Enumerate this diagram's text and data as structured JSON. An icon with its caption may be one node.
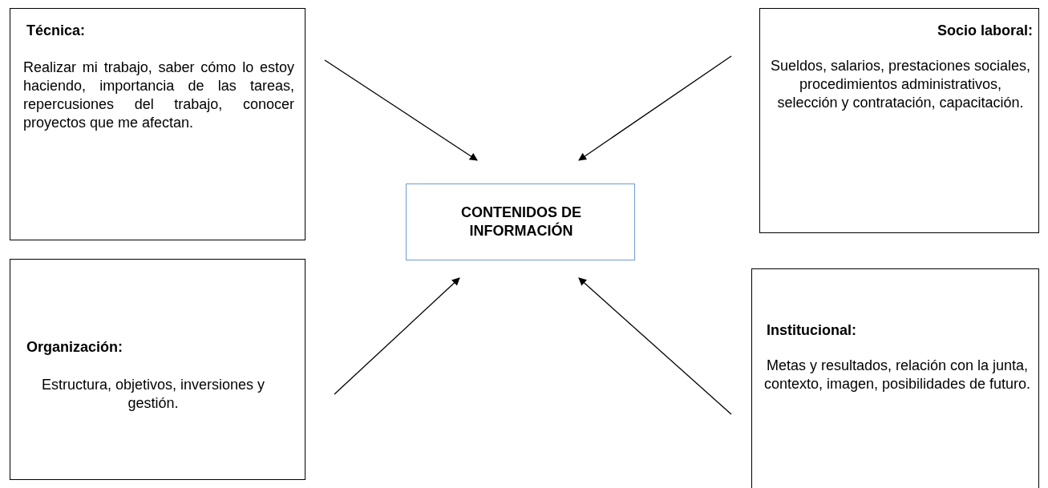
{
  "diagram": {
    "nodes": [
      {
        "text": [
          "Técnica:",
          "Realizar mi trabajo, saber cómo lo estoy haciendo, importancia de las tareas, repercusiones del trabajo, conocer proyectos que me afectan."
        ]
      },
      {
        "text": [
          "Socio laboral:",
          "Sueldos, salarios, prestaciones sociales, procedimientos administrativos, selección y contratación, capacitación."
        ]
      },
      {
        "text": [
          "CONTENIDOS DE INFORMACIÓN"
        ]
      },
      {
        "text": [
          "Organización:",
          "Estructura, objetivos, inversiones y gestión."
        ]
      },
      {
        "text": [
          "Institucional:",
          "Metas y resultados, relación con la junta, contexto, imagen, posibilidades de futuro."
        ]
      }
    ],
    "edges": [
      {
        "from": 0,
        "to": 2,
        "arrow": "to"
      },
      {
        "from": 1,
        "to": 2,
        "arrow": "to"
      },
      {
        "from": 3,
        "to": 2,
        "arrow": "to"
      },
      {
        "from": 4,
        "to": 2,
        "arrow": "to"
      }
    ]
  }
}
